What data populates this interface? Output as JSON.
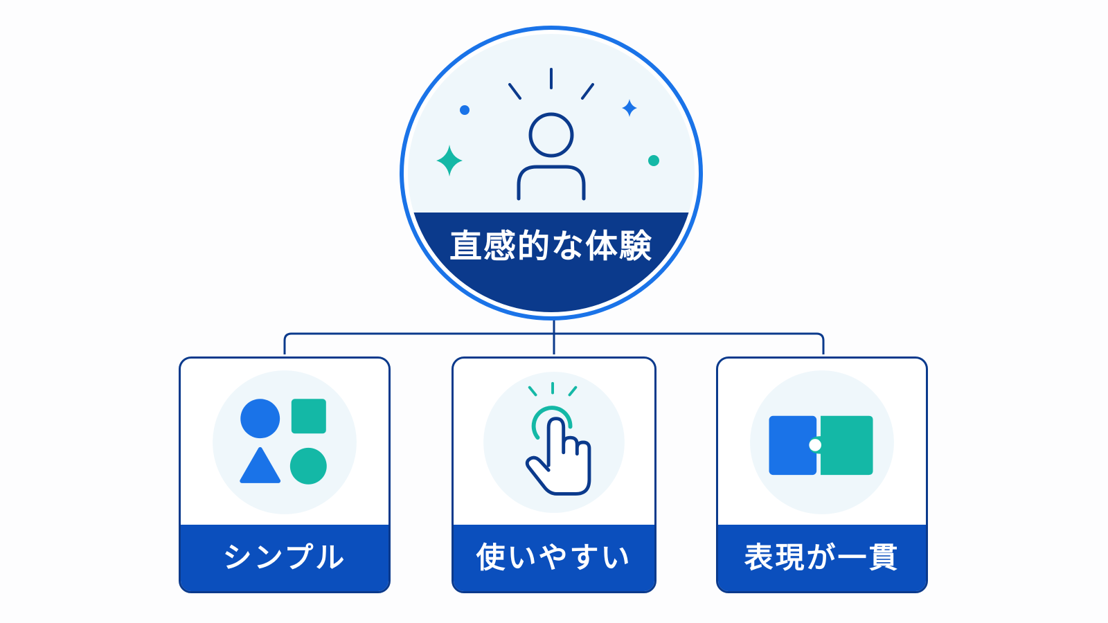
{
  "diagram": {
    "root": {
      "label": "直感的な体験",
      "icon": "user-with-sparkles-icon"
    },
    "children": [
      {
        "label": "シンプル",
        "icon": "shapes-icon"
      },
      {
        "label": "使いやすい",
        "icon": "tap-hand-icon"
      },
      {
        "label": "表現が一貫",
        "icon": "puzzle-icon"
      }
    ]
  },
  "colors": {
    "navy": "#0b3a8c",
    "blue": "#1a73e8",
    "band_blue": "#0b4fbd",
    "teal": "#14b8a6",
    "pale": "#eff7fb"
  }
}
